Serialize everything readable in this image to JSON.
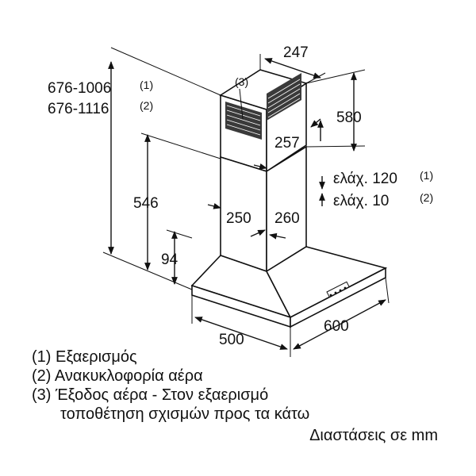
{
  "dimensions": {
    "duct_width": "247",
    "duct_height": "580",
    "duct_depth": "257",
    "total_height_1": "676-1006",
    "total_height_2": "676-1116",
    "marker_1": "(1)",
    "marker_2": "(2)",
    "marker_3": "(3)",
    "chimney_height": "546",
    "canopy_height": "94",
    "chimney_width": "250",
    "chimney_depth": "260",
    "min_gap_1": "ελάχ. 120",
    "min_gap_2": "ελάχ. 10",
    "hood_depth": "500",
    "hood_width": "600"
  },
  "legend": {
    "item1": "(1) Εξαερισμός",
    "item2": "(2) Ανακυκλοφορία αέρα",
    "item3_line1": "(3) Έξοδος αέρα - Στον εξαερισμό",
    "item3_line2": "τοποθέτηση σχισμών προς τα κάτω",
    "units": "Διαστάσεις σε mm"
  }
}
